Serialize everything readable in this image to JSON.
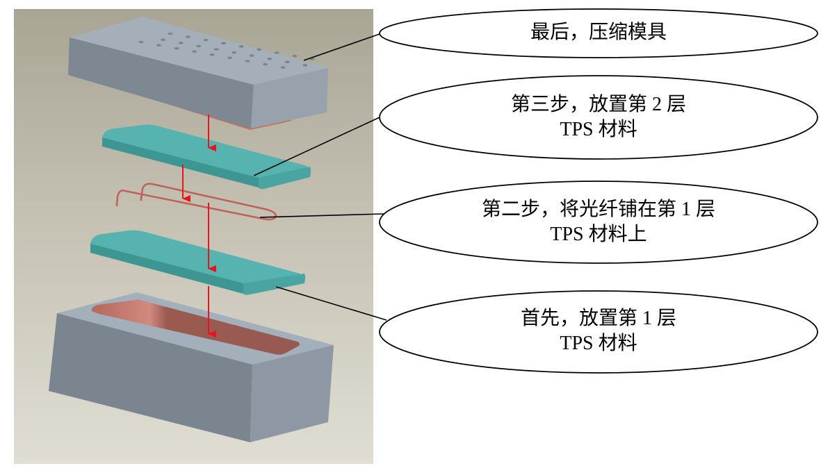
{
  "figure": {
    "description": "Exploded-view schematic of embedding optical fiber between two TPS layers in a compression mold",
    "colors": {
      "background_top": "#a9a696",
      "background_bottom": "#dedcd0",
      "mold": "#8e98a3",
      "tps_layer": "#4fb0ad",
      "fiber": "#c0605a",
      "cavity": "#b86a5e",
      "arrow": "#e8141a",
      "leader": "#000000"
    },
    "components": [
      {
        "id": "upper-mold",
        "label_ref": 0
      },
      {
        "id": "tps-layer-2",
        "label_ref": 1
      },
      {
        "id": "optical-fiber",
        "label_ref": 2
      },
      {
        "id": "tps-layer-1",
        "label_ref": 3
      },
      {
        "id": "lower-mold",
        "label_ref": null
      }
    ]
  },
  "callouts": [
    {
      "step": "final",
      "lines": [
        "最后，压缩模具"
      ]
    },
    {
      "step": "3",
      "lines": [
        "第三步，放置第 2 层",
        "TPS 材料"
      ]
    },
    {
      "step": "2",
      "lines": [
        "第二步，将光纤铺在第 1 层",
        "TPS 材料上"
      ]
    },
    {
      "step": "1",
      "lines": [
        "首先，放置第 1 层",
        "TPS 材料"
      ]
    }
  ]
}
